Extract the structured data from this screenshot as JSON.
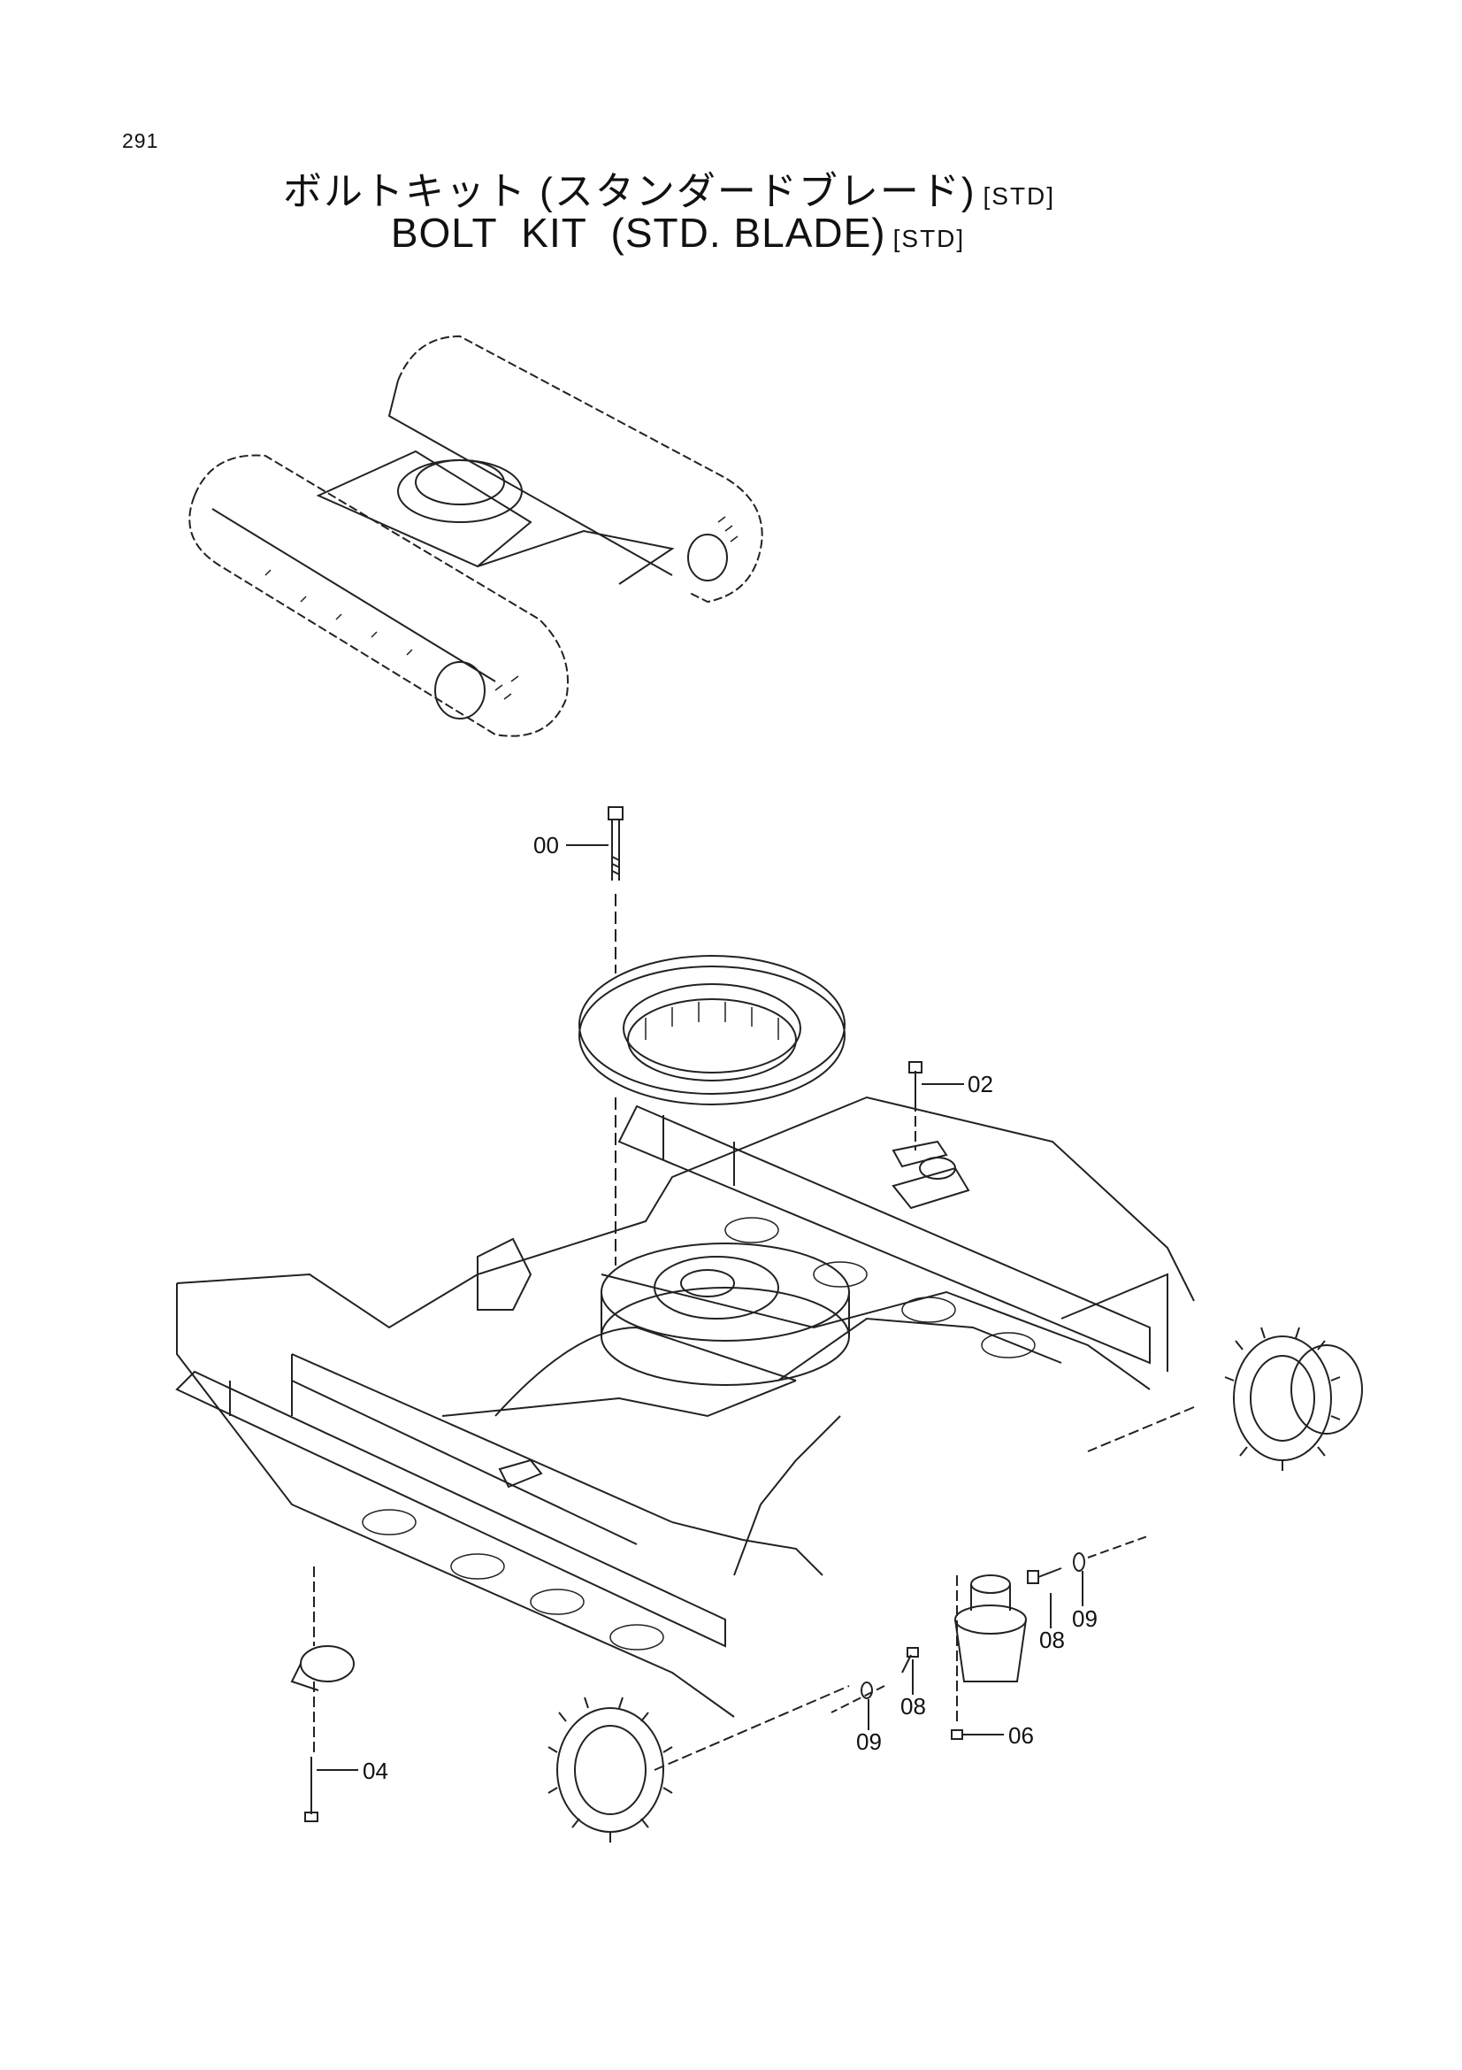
{
  "page_number": "291",
  "title": {
    "jp": "ボルトキット (スタンダードブレード)",
    "jp_tag": "[STD]",
    "en": "BOLT  KIT  (STD. BLADE)",
    "en_tag": "[STD]"
  },
  "callouts": [
    "00",
    "02",
    "04",
    "06",
    "08",
    "09",
    "08",
    "09"
  ]
}
